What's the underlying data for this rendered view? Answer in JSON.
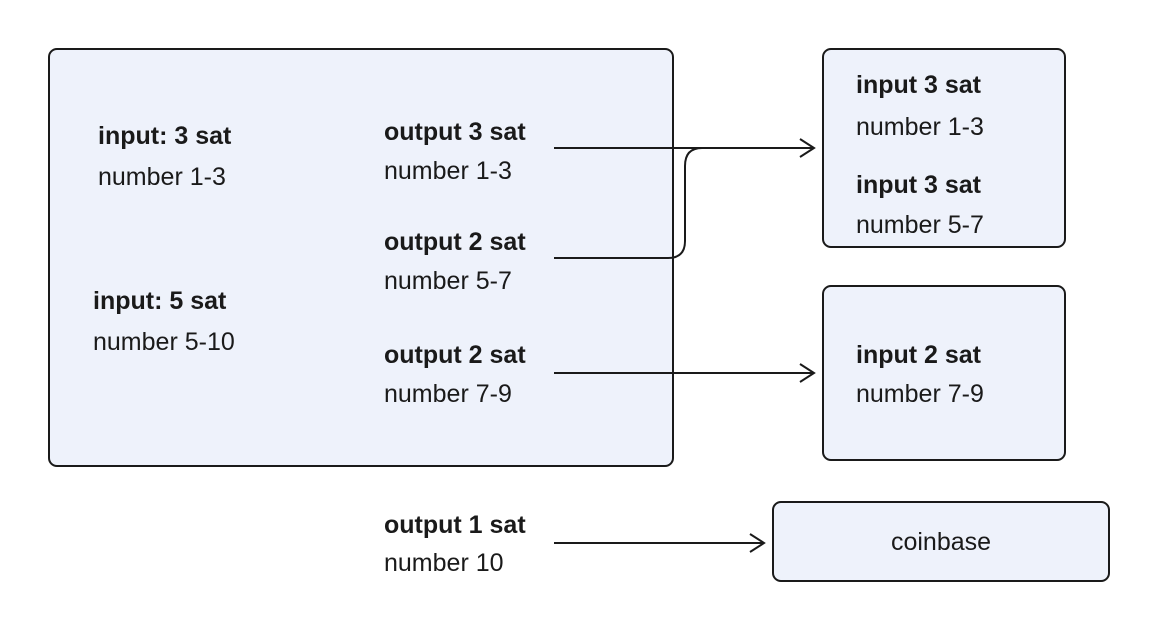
{
  "transaction": {
    "inputs": [
      {
        "title": "input:  3 sat",
        "range": "number 1-3"
      },
      {
        "title": "input:  5 sat",
        "range": "number 5-10"
      }
    ],
    "outputs": [
      {
        "title": "output 3 sat",
        "range": "number 1-3"
      },
      {
        "title": "output 2 sat",
        "range": "number 5-7"
      },
      {
        "title": "output 2 sat",
        "range": "number 7-9"
      }
    ]
  },
  "external_output": {
    "title": "output 1 sat",
    "range": "number 10"
  },
  "target_a": {
    "entries": [
      {
        "title": "input 3 sat",
        "range": "number 1-3"
      },
      {
        "title": "input 3 sat",
        "range": "number 5-7"
      }
    ]
  },
  "target_b": {
    "entries": [
      {
        "title": "input 2 sat",
        "range": "number 7-9"
      }
    ]
  },
  "coinbase": {
    "label": "coinbase"
  },
  "colors": {
    "box_fill": "#eef2fb",
    "stroke": "#1a1a1a"
  }
}
